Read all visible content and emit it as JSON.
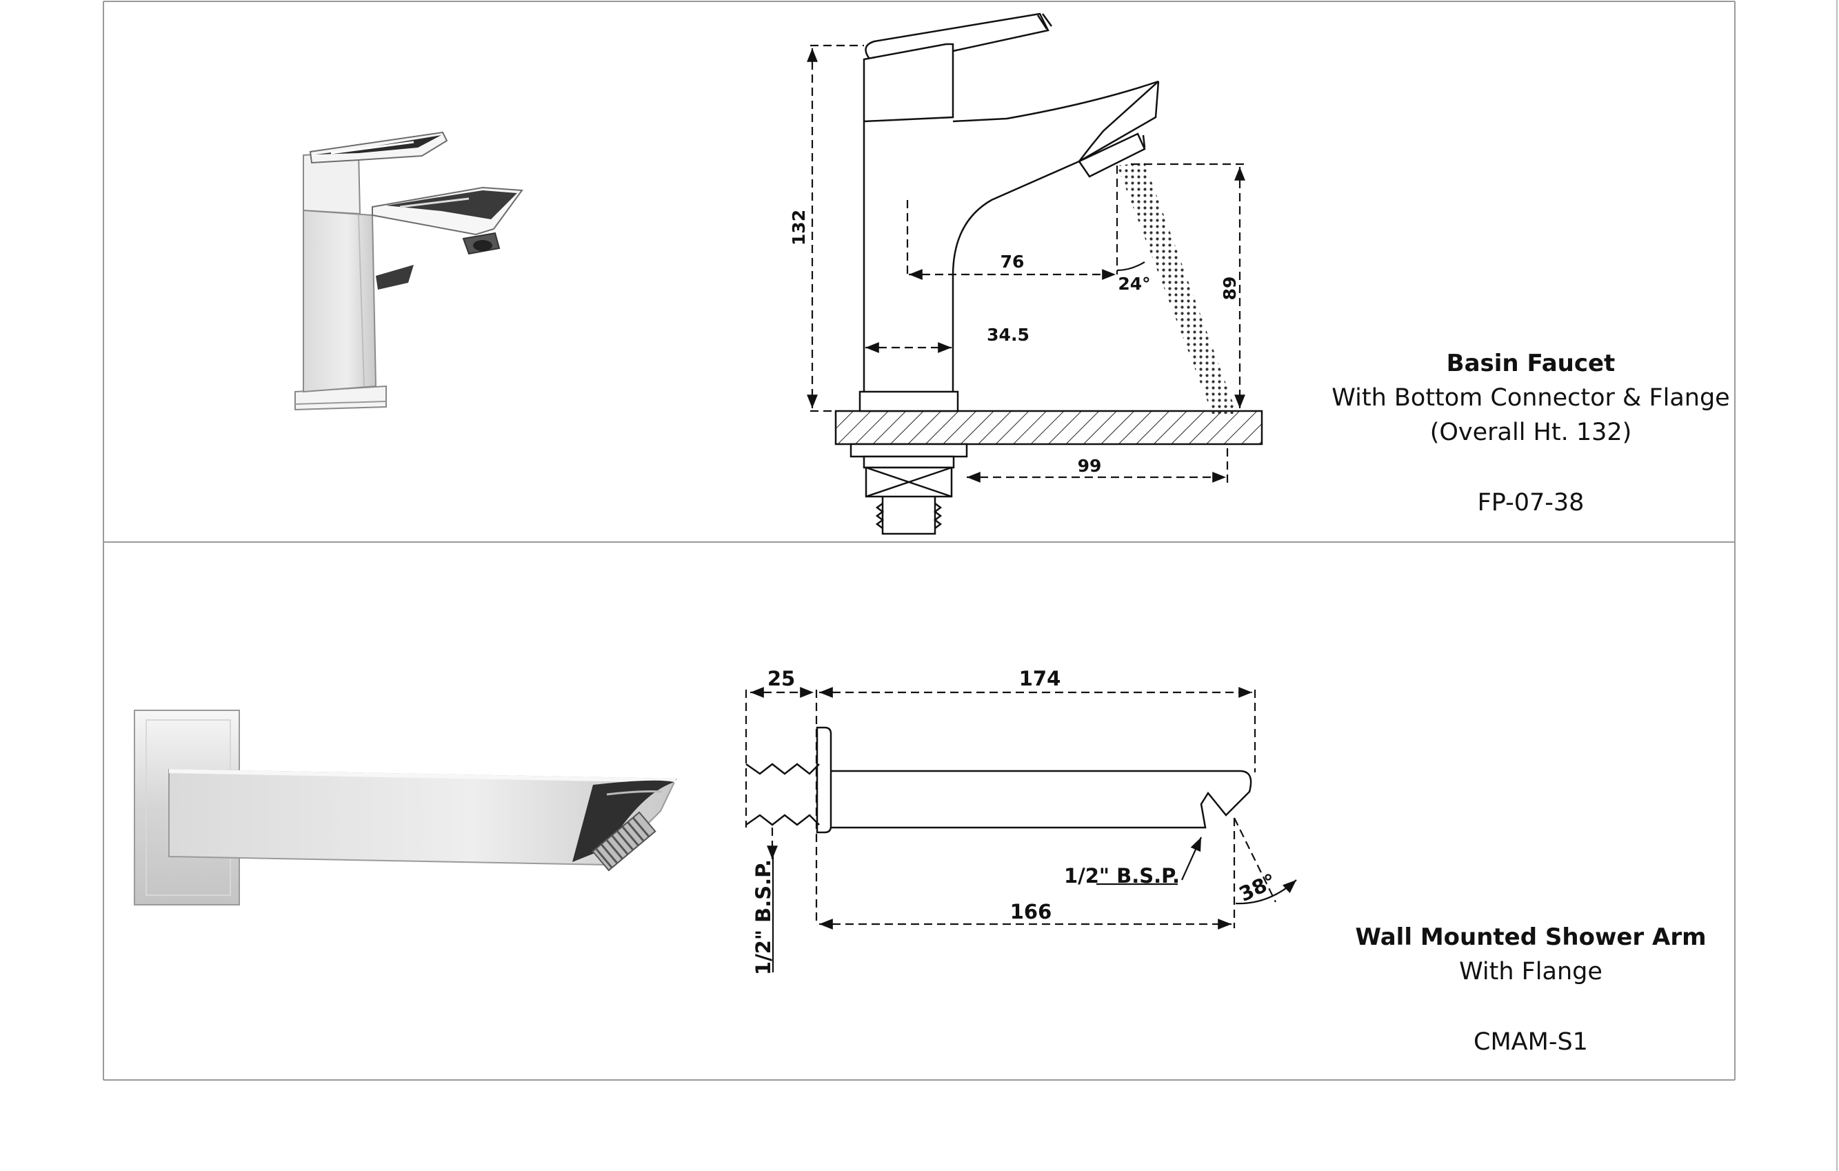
{
  "products": [
    {
      "title": "Basin Faucet",
      "subtitle_1": "With Bottom Connector & Flange",
      "subtitle_2": "(Overall Ht. 132)",
      "code": "FP-07-38",
      "dimensions": {
        "overall_height": "132",
        "spout_reach": "76",
        "body_offset": "34.5",
        "spout_angle": "24°",
        "spout_height": "89",
        "base_span": "99"
      }
    },
    {
      "title": "Wall Mounted Shower Arm",
      "subtitle_1": "With Flange",
      "code": "CMAM-S1",
      "dimensions": {
        "flange_depth": "25",
        "overall_length": "174",
        "arm_length": "166",
        "outlet_thread": "1/2\" B.S.P.",
        "inlet_thread": "1/2\" B.S.P.",
        "outlet_angle": "38°"
      }
    }
  ],
  "colors": {
    "line": "#111111",
    "frame": "#9a9a9a",
    "chrome_dark": "#2a2a2a",
    "chrome_light": "#e9e9e9"
  }
}
